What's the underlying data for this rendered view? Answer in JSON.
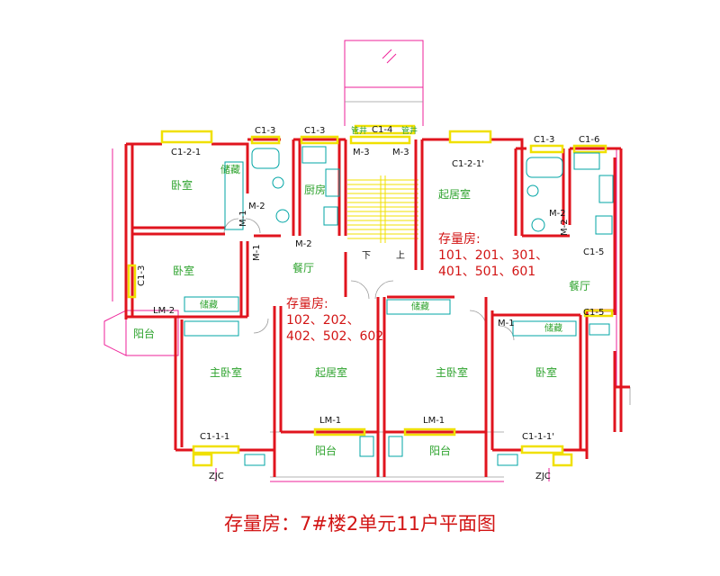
{
  "caption": "存量房：7#楼2单元11户平面图",
  "stock_notes": {
    "upper_right": {
      "title": "存量房:",
      "line1": "101、201、301、",
      "line2": "401、501、601"
    },
    "center": {
      "title": "存量房:",
      "line1": "102、202、",
      "line2": "402、502、602"
    }
  },
  "rooms": {
    "bedroom_top_left": "卧室",
    "storage_top_left": "储藏",
    "bedroom_mid_left": "卧室",
    "storage_mid_left": "储藏",
    "balcony_left": "阳台",
    "kitchen": "厨房",
    "dining_left": "餐厅",
    "master_bedroom_left": "主卧室",
    "living_center": "起居室",
    "balcony_bottom_left": "阳台",
    "master_bedroom_center": "主卧室",
    "storage_center": "储藏",
    "balcony_bottom_right": "阳台",
    "living_right": "起居室",
    "dining_right": "餐厅",
    "bedroom_right": "卧室",
    "storage_right": "储藏",
    "stair_down": "下",
    "stair_up": "上"
  },
  "tags": {
    "c1_2_1_left": "C1-2-1",
    "c1_3_a": "C1-3",
    "c1_3_b": "C1-3",
    "c1_4": "C1-4",
    "c1_3_c": "C1-3",
    "c1_6": "C1-6",
    "c1_2_1_right": "C1-2-1'",
    "c1_3_side": "C1-3",
    "m2_a": "M-2",
    "m1_a": "M-1",
    "m1_b": "M-1",
    "m2_b": "M-2",
    "lm2": "LM-2",
    "m3_a": "M-3",
    "m3_b": "M-3",
    "shaft_a": "管井",
    "shaft_b": "管井",
    "m2_c": "M-2",
    "m2_d": "M-2",
    "c1_5_a": "C1-5",
    "c1_5_b": "C1-5",
    "m1_c": "M-1",
    "lm1_a": "LM-1",
    "lm1_b": "LM-1",
    "c1_1_1_left": "C1-1-1",
    "c1_1_1_right": "C1-1-1'",
    "zjc_left": "ZJC",
    "zjc_right": "ZJC"
  },
  "colors": {
    "wall": "#e0141e",
    "label": "#2ea32e",
    "tag": "#111111",
    "note": "#d21414",
    "window": "#f0e000",
    "fixture": "#00a5a5",
    "outline": "#ee2299"
  }
}
